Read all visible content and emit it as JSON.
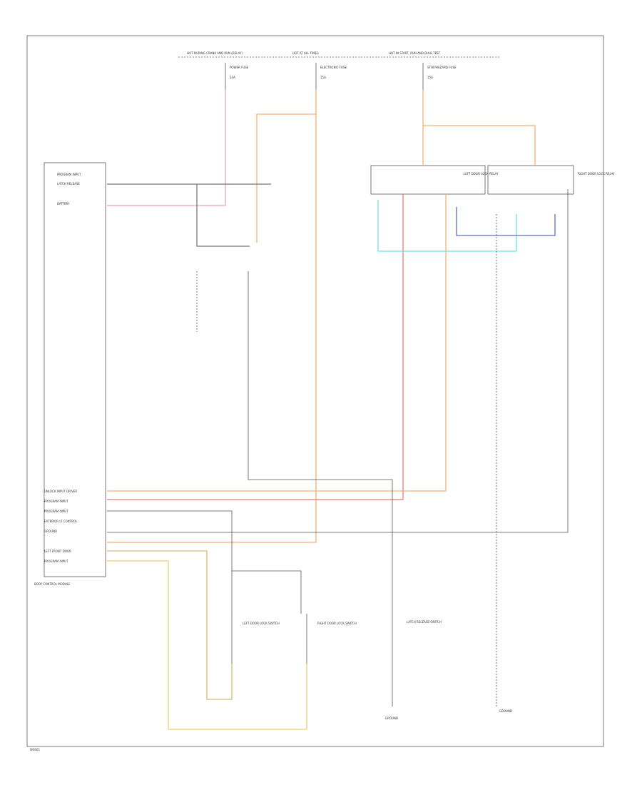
{
  "diagram": {
    "footer_code": "W0001",
    "fuse_labels": [
      "HOT DURING CRANK AND RUN (RELAY)",
      "HOT AT ALL TIMES",
      "HOT IN START, RUN AND BULB TEST"
    ],
    "fuses": [
      {
        "name": "POWER FUSE",
        "value": "10A"
      },
      {
        "name": "ELECTRONIC FUSE",
        "value": "15A"
      },
      {
        "name": "STOP/HAZARD FUSE",
        "value": "15A"
      }
    ],
    "module_label": "BODY CONTROL MODULE",
    "module_pins_top": [
      "PROGRAM INPUT",
      "LATCH RELEASE",
      "BATTERY"
    ],
    "module_pins_bottom": [
      "UNLOCK INPUT DRIVER",
      "PROGRAM INPUT",
      "PROGRAM INPUT",
      "EXTERIOR LT CONTROL",
      "GROUND",
      "",
      "LEFT FRONT DOOR",
      "PROGRAM INPUT"
    ],
    "relay_left": "LEFT DOOR LOCK RELAY",
    "relay_right": "RIGHT DOOR LOCK RELAY",
    "switch_left": "LEFT DOOR LOCK SWITCH",
    "switch_right": "RIGHT DOOR LOCK SWITCH",
    "latch_switch": "LATCH RELEASE SWITCH",
    "ground_left": "GROUND",
    "ground_right": "GROUND",
    "wire_colors": {
      "pink": "#f0a0b0",
      "orange": "#f5b070",
      "red": "#e87878",
      "blue": "#5a6ad8",
      "cyan": "#6ee0e8",
      "yellow": "#e8d070",
      "tan": "#d8b878",
      "gray": "#555555",
      "dark": "#333333"
    }
  }
}
